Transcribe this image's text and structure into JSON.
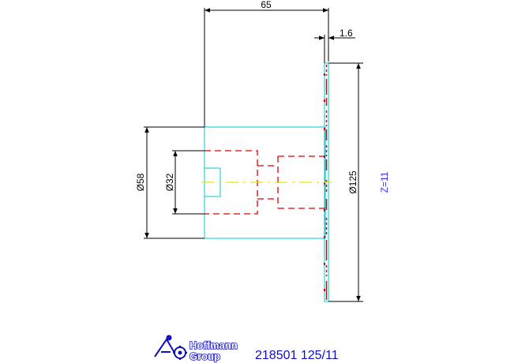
{
  "dimensions": {
    "width_top": "65",
    "thickness": "1.6",
    "diameter_hub": "Ø58",
    "diameter_bore": "Ø32",
    "diameter_outer": "Ø125",
    "teeth": "Z=11"
  },
  "title_block": {
    "brand_line1": "Hoffmann",
    "brand_line2": "Group",
    "part_label": "218501 125/11"
  },
  "colors": {
    "dimension": "#000000",
    "outline": "#00c8d8",
    "hidden": "#e00000",
    "centerline": "#e8e800",
    "brand": "#1010c0",
    "z_label": "#3030ff"
  }
}
